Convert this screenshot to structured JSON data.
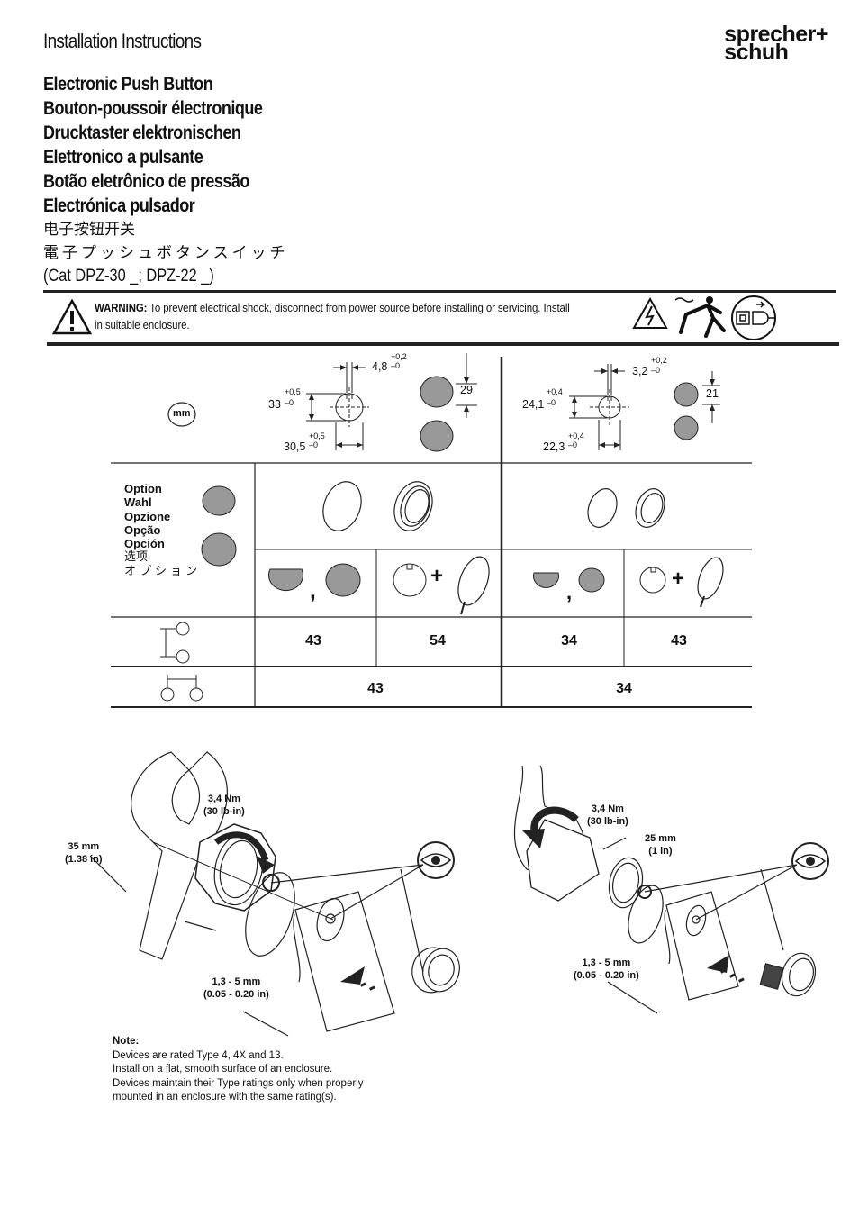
{
  "header": {
    "doc_label": "Installation Instructions",
    "brand_line1": "sprecher+",
    "brand_line2": "schuh"
  },
  "titles": {
    "en": "Electronic Push Button",
    "fr": "Bouton-poussoir électronique",
    "de": "Drucktaster elektronischen",
    "it": "Elettronico a pulsante",
    "pt": "Botão eletrônico de pressão",
    "es": "Electrónica pulsador",
    "zh": "电子按钮开关",
    "ja": "電子プッシュボタンスイッチ",
    "cat": "(Cat DPZ-30 _; DPZ-22 _)"
  },
  "warning": {
    "label": "WARNING:",
    "text": " To prevent electrical shock, disconnect from power source before  installing  or  servicing.  Install in suitable enclosure."
  },
  "dimensions": {
    "unit_badge": "mm",
    "left": {
      "key_width": "4,8",
      "key_tol_plus": "+0,2",
      "key_tol_minus": "–0",
      "hole_height": "33",
      "hole_h_tol_plus": "+0,5",
      "hole_h_tol_minus": "–0",
      "hole_width": "30,5",
      "hole_w_tol_plus": "+0,5",
      "hole_w_tol_minus": "–0",
      "depth": "29"
    },
    "right": {
      "key_width": "3,2",
      "key_tol_plus": "+0,2",
      "key_tol_minus": "–0",
      "hole_height": "24,1",
      "hole_h_tol_plus": "+0,4",
      "hole_h_tol_minus": "–0",
      "hole_width": "22,3",
      "hole_w_tol_plus": "+0,4",
      "hole_w_tol_minus": "–0",
      "depth": "21"
    }
  },
  "options": {
    "labels": [
      "Option",
      "Wahl",
      "Opzione",
      "Opção",
      "Opción"
    ],
    "label_zh": "选项",
    "label_ja": "オプション",
    "comma": ",",
    "plus": "+"
  },
  "spacing_table": {
    "vertical": [
      "43",
      "54",
      "34",
      "43"
    ],
    "horizontal": [
      "43",
      "34"
    ]
  },
  "install": {
    "left": {
      "torque": "3,4 Nm",
      "torque_in": "(30 lb-in)",
      "wrench": "35 mm",
      "wrench_in": "(1.38 in)",
      "panel": "1,3 - 5 mm",
      "panel_in": "(0.05 - 0.20 in)"
    },
    "right": {
      "torque": "3,4 Nm",
      "torque_in": "(30 lb-in)",
      "wrench": "25 mm",
      "wrench_in": "(1 in)",
      "panel": "1,3 - 5 mm",
      "panel_in": "(0.05 - 0.20 in)"
    }
  },
  "notes": {
    "heading": "Note:",
    "lines": [
      "Devices are rated Type 4, 4X and 13.",
      "Install on a flat, smooth surface of an enclosure.",
      "Devices maintain their Type ratings only when properly",
      "mounted in an enclosure with the same rating(s)."
    ]
  }
}
